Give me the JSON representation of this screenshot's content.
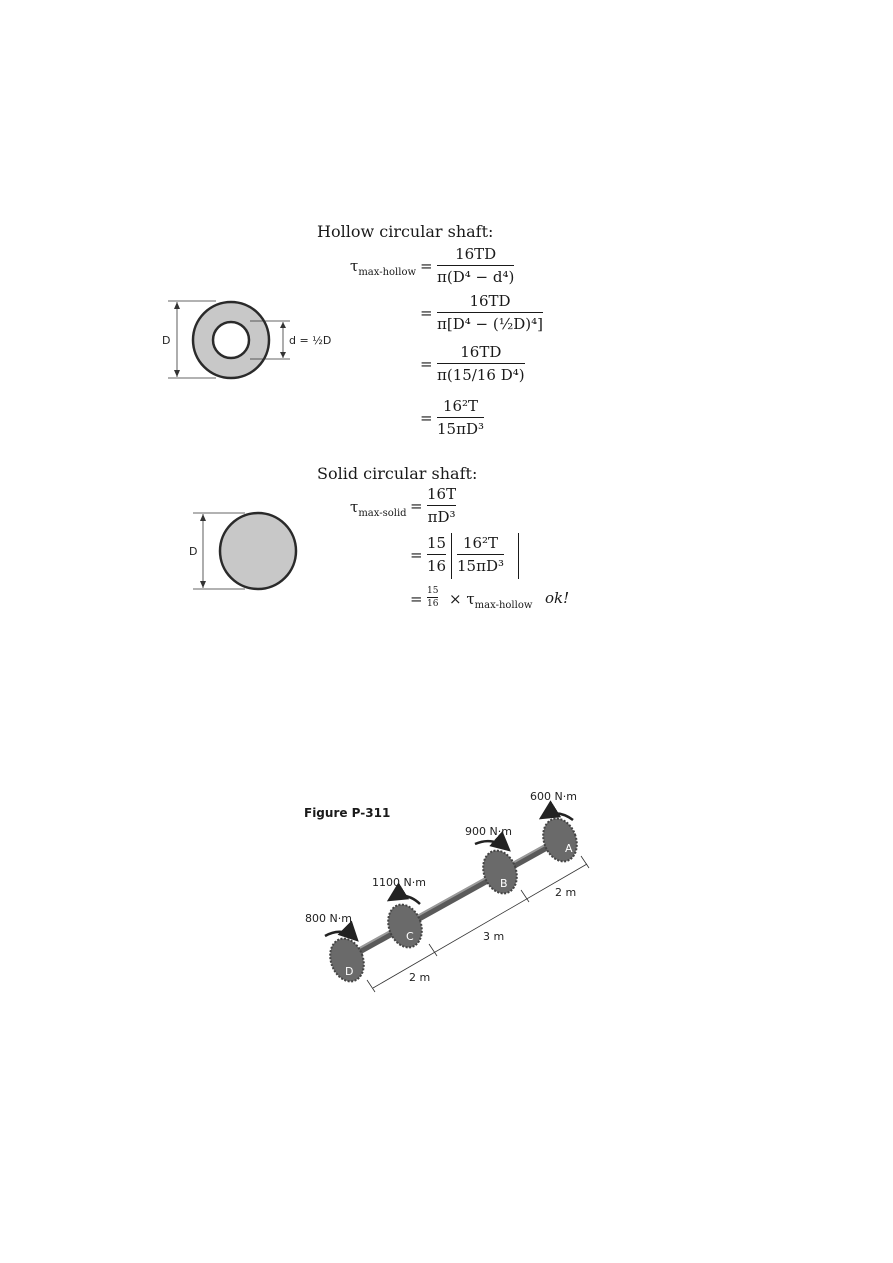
{
  "hollow": {
    "heading": "Hollow circular shaft:",
    "tau_label": "τ",
    "tau_sub": "max-hollow",
    "dim_outer": "D",
    "dim_inner": "d = ½D",
    "eq1_num": "16TD",
    "eq1_den": "π(D⁴ − d⁴)",
    "eq2_num": "16TD",
    "eq2_den": "π[D⁴ − (½D)⁴]",
    "eq3_num": "16TD",
    "eq3_den": "π(15/16 D⁴)",
    "eq4_num": "16²T",
    "eq4_den": "15πD³"
  },
  "solid": {
    "heading": "Solid circular shaft:",
    "tau_label": "τ",
    "tau_sub": "max-solid",
    "dim_outer": "D",
    "eq1_num": "16T",
    "eq1_den": "πD³",
    "eq2_coef_num": "15",
    "eq2_coef_den": "16",
    "eq2_num": "16²T",
    "eq2_den": "15πD³",
    "eq3_coef_num": "15",
    "eq3_coef_den": "16",
    "eq3_times": "×",
    "eq3_tau": "τ",
    "eq3_tau_sub": "max-hollow",
    "eq3_ok": "ok!"
  },
  "equals": "=",
  "figure": {
    "caption": "Figure P-311",
    "torque_a": "600 N·m",
    "torque_b": "900 N·m",
    "torque_c": "1100 N·m",
    "torque_d": "800 N·m",
    "gear_a": "A",
    "gear_b": "B",
    "gear_c": "C",
    "gear_d": "D",
    "len_ab": "2 m",
    "len_bc": "3 m",
    "len_cd": "2 m"
  }
}
